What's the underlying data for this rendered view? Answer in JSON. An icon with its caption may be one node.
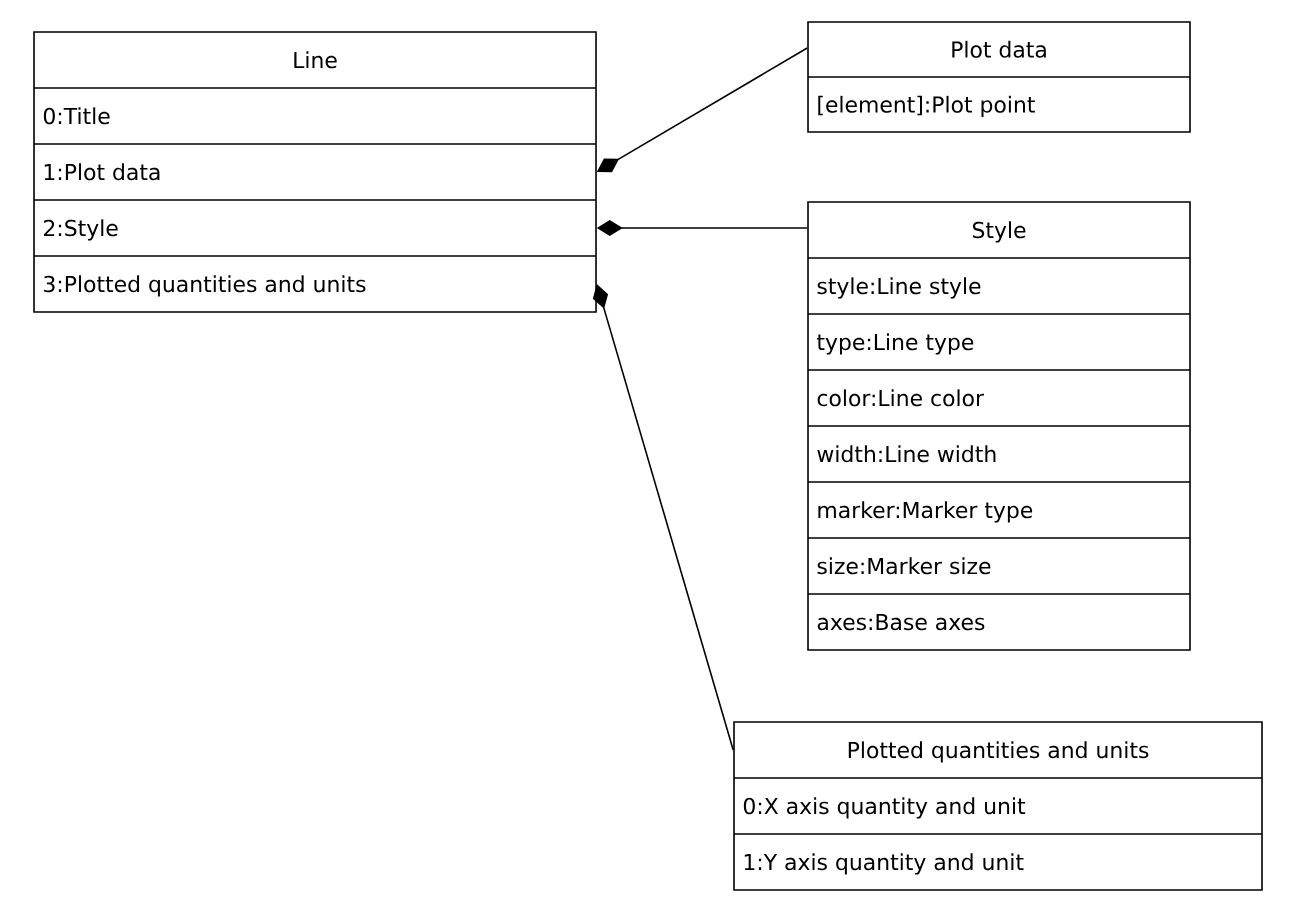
{
  "diagram": {
    "nodes": [
      {
        "text": [
          "Line",
          "0:Title",
          "1:Plot data",
          "2:Style",
          "3:Plotted quantities and units"
        ]
      },
      {
        "text": [
          "Plot data",
          "[element]:Plot point"
        ]
      },
      {
        "text": [
          "Style",
          "style:Line style",
          "type:Line type",
          "color:Line color",
          "width:Line width",
          "marker:Marker type",
          "size:Marker size",
          "axes:Base axes"
        ]
      },
      {
        "text": [
          "Plotted quantities and units",
          "0:X axis quantity and unit",
          "1:Y axis quantity and unit"
        ]
      }
    ],
    "edges": [
      {
        "from": 0,
        "to": 1,
        "arrow": "other"
      },
      {
        "from": 0,
        "to": 2,
        "arrow": "other"
      },
      {
        "from": 0,
        "to": 3,
        "arrow": "other"
      }
    ]
  }
}
